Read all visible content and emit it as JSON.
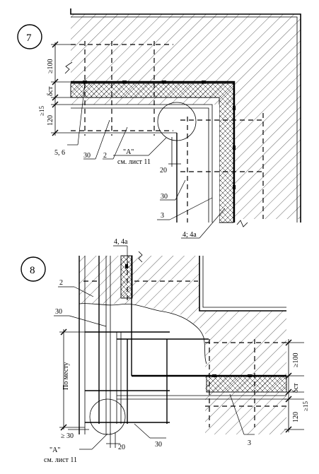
{
  "detail_7": {
    "number": "7",
    "dims": {
      "top_min": "≥100",
      "delta": "δст",
      "gap_min": "≥15",
      "lower": "120",
      "joint": "20"
    },
    "callouts": {
      "pos_5_6": "5, 6",
      "pos_30": "30",
      "pos_2": "2",
      "node_a": "\"А\"",
      "sheet_ref": "см. лист 11",
      "pos_30_b": "30",
      "pos_3": "3",
      "pos_4_4a": "4; 4а"
    }
  },
  "detail_8": {
    "number": "8",
    "dims": {
      "on_site": "По месту",
      "min_30": "≥ 30",
      "joint": "20",
      "top_min": "≥100",
      "delta": "δст",
      "gap_min": "≥15",
      "lower": "120"
    },
    "callouts": {
      "pos_4_4a": "4, 4а",
      "pos_2": "2",
      "pos_30": "30",
      "node_a": "\"А\"",
      "sheet_ref": "см. лист 11",
      "pos_30_b": "30",
      "pos_3": "3"
    }
  },
  "colors": {
    "ink": "#000000",
    "paper": "#ffffff"
  }
}
